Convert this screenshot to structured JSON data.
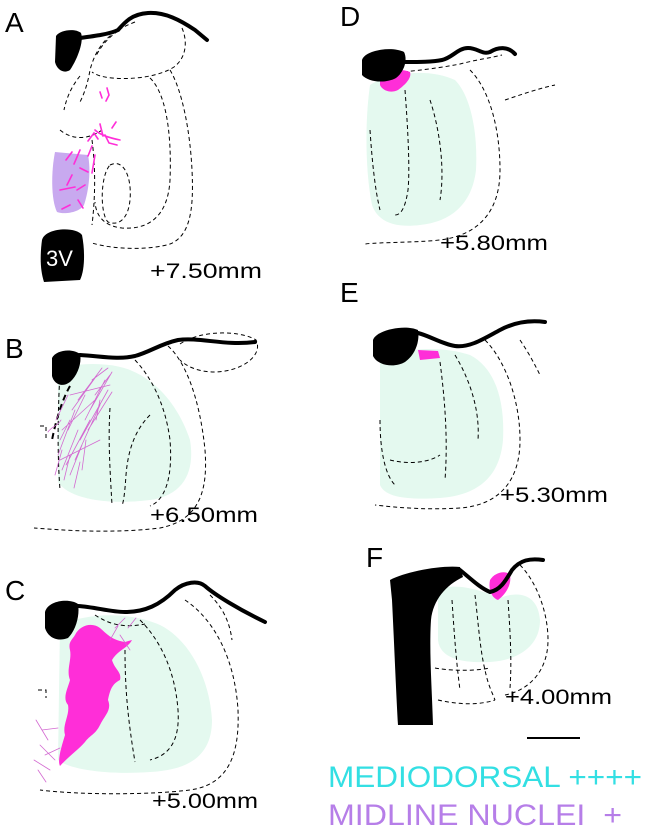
{
  "figure": {
    "panels": {
      "A": {
        "letter": "A",
        "coordinate": "+7.50mm",
        "ventricle": "3V"
      },
      "B": {
        "letter": "B",
        "coordinate": "+6.50mm"
      },
      "C": {
        "letter": "C",
        "coordinate": "+5.00mm"
      },
      "D": {
        "letter": "D",
        "coordinate": "+5.80mm"
      },
      "E": {
        "letter": "E",
        "coordinate": "+5.30mm"
      },
      "F": {
        "letter": "F",
        "coordinate": "+4.00mm"
      }
    },
    "legend": [
      {
        "label": "MEDIODORSAL ++++",
        "color": "#33dfe3"
      },
      {
        "label": "MIDLINE NUCLEI  +",
        "color": "#b67ee8"
      }
    ],
    "colors": {
      "mediodorsal_region": "#e4f9ef",
      "midline_region": "#c8a9ef",
      "labeling": "#ff2ed8",
      "fibers": "#d36ad1"
    }
  }
}
